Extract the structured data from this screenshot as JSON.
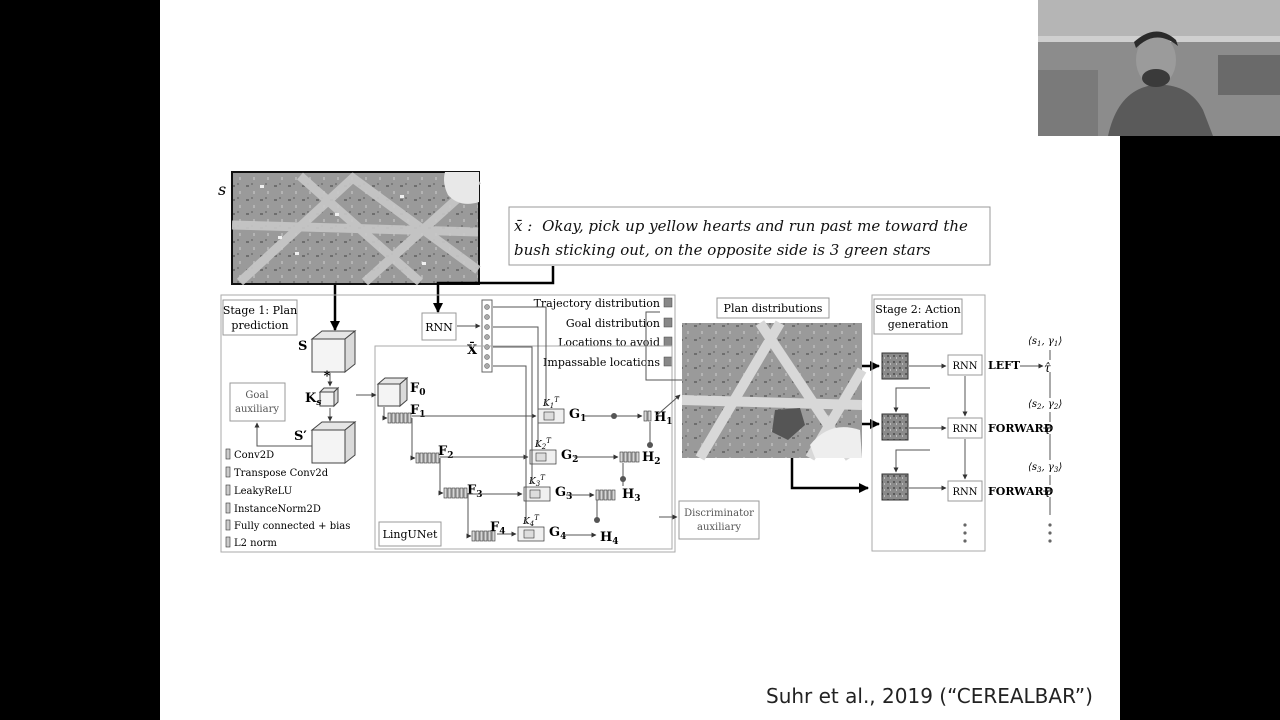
{
  "slide": {
    "citation": "Suhr et al., 2019 (“CEREALBAR”)"
  },
  "diagram": {
    "s_label": "s",
    "instruction_var": "x̄ :",
    "instruction_line1": "Okay, pick up yellow hearts and run past me toward the",
    "instruction_line2": "bush sticking out, on the opposite side is 3 green stars",
    "stage1_line1": "Stage 1: Plan",
    "stage1_line2": "prediction",
    "rnn_label": "RNN",
    "xbar_label": "X̄",
    "S_label": "S",
    "Sprime_label": "S′",
    "Ks_label": "K",
    "Ks_sub": "s",
    "star_label": "*",
    "goal_aux_line1": "Goal",
    "goal_aux_line2": "auxiliary",
    "F0": "F",
    "F0_sub": "0",
    "F1_sub": "1",
    "F2_sub": "2",
    "F3_sub": "3",
    "F4_sub": "4",
    "G1_sub": "1",
    "G2_sub": "2",
    "G3_sub": "3",
    "G4_sub": "4",
    "H1_sub": "1",
    "H2_sub": "2",
    "H3_sub": "3",
    "H4_sub": "4",
    "F_letter": "F",
    "G_letter": "G",
    "H_letter": "H",
    "K_letter": "K",
    "K_sup": "T",
    "K1_sub": "1",
    "K2_sub": "2",
    "K3_sub": "3",
    "K4_sub": "4",
    "lingunet_label": "LingUNet",
    "outputs": [
      "Trajectory distribution",
      "Goal distribution",
      "Locations to avoid",
      "Impassable locations"
    ],
    "plan_dist_label": "Plan distributions",
    "disc_aux_line1": "Discriminator",
    "disc_aux_line2": "auxiliary",
    "legend": [
      "Conv2D",
      "Transpose Conv2d",
      "LeakyReLU",
      "InstanceNorm2D",
      "Fully connected + bias",
      "L2 norm"
    ],
    "stage2_line1": "Stage 2: Action",
    "stage2_line2": "generation",
    "actions": [
      "LEFT",
      "FORWARD",
      "FORWARD"
    ],
    "states": [
      {
        "label": "⟨s",
        "sub1": "1",
        "mid": ", γ",
        "sub2": "1",
        "end": "⟩"
      },
      {
        "label": "⟨s",
        "sub1": "2",
        "mid": ", γ",
        "sub2": "2",
        "end": "⟩"
      },
      {
        "label": "⟨s",
        "sub1": "3",
        "mid": ", γ",
        "sub2": "3",
        "end": "⟩"
      }
    ],
    "tau": "τ̂"
  },
  "colors": {
    "map_base": "#9a9a9a",
    "map_dark": "#6e6e6e",
    "map_path": "#c8c8c8",
    "box_border": "#999999"
  }
}
